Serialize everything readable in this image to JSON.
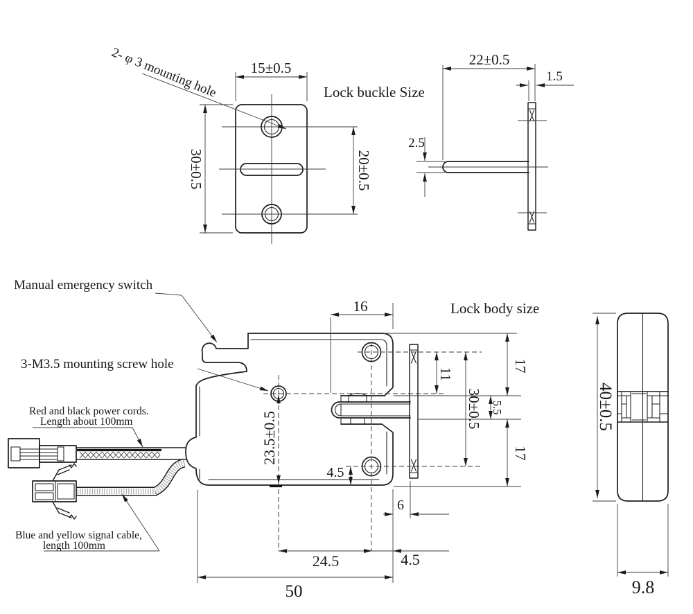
{
  "drawing": {
    "colors": {
      "ink": "#1c1c1c",
      "background": "#ffffff"
    },
    "titles": {
      "buckle": "Lock buckle Size",
      "body": "Lock body size"
    },
    "callouts": {
      "mounting_hole": "2- φ 3 mounting hole",
      "manual_switch": "Manual emergency switch",
      "screw_hole": "3-M3.5 mounting screw hole",
      "power_cord_line1": "Red and black power cords.",
      "power_cord_line2": "Length about 100mm",
      "signal_cable_line1": "Blue and yellow signal cable,",
      "signal_cable_line2": "length 100mm"
    },
    "dims": {
      "buckle_front": {
        "width": "15±0.5",
        "height": "30±0.5",
        "hole_spacing": "20±0.5"
      },
      "buckle_side": {
        "length": "22±0.5",
        "plate_thickness": "1.5",
        "tongue_thickness": "2.5"
      },
      "body_front": {
        "notch_depth": "16",
        "top_to_slot": "17",
        "hole_offset": "11",
        "right_hole_spacing": "30±0.5",
        "slot_height": "5.5",
        "slot_to_bottom": "17",
        "center_hole_to_bottom": "23.5±0.5",
        "hole_to_bottom_edge": "4.5",
        "hole_spacing_h": "24.5",
        "hole_to_right_edge": "4.5",
        "edge_to_plate": "6",
        "total_width": "50"
      },
      "body_side": {
        "height": "40±0.5",
        "depth": "9.8"
      }
    }
  }
}
